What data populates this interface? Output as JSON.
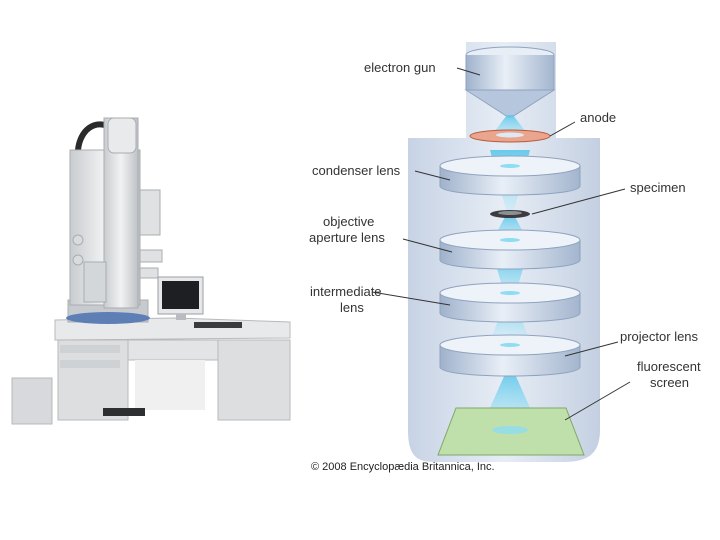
{
  "labels": {
    "electron_gun": "electron gun",
    "anode": "anode",
    "condenser_lens": "condenser lens",
    "specimen": "specimen",
    "objective_line1": "objective",
    "objective_line2": "aperture lens",
    "intermediate_line1": "intermediate",
    "intermediate_line2": "lens",
    "projector_lens": "projector lens",
    "fluorescent_line1": "fluorescent",
    "fluorescent_line2": "screen"
  },
  "copyright": "© 2008 Encyclopædia Britannica, Inc.",
  "colors": {
    "column": "#c8d6ea",
    "lens_top": "#e6ecf4",
    "lens_side": "#b3c3d8",
    "beam": "#7fd3ee",
    "anode": "#e07a5a",
    "screen": "#b9dca4"
  }
}
